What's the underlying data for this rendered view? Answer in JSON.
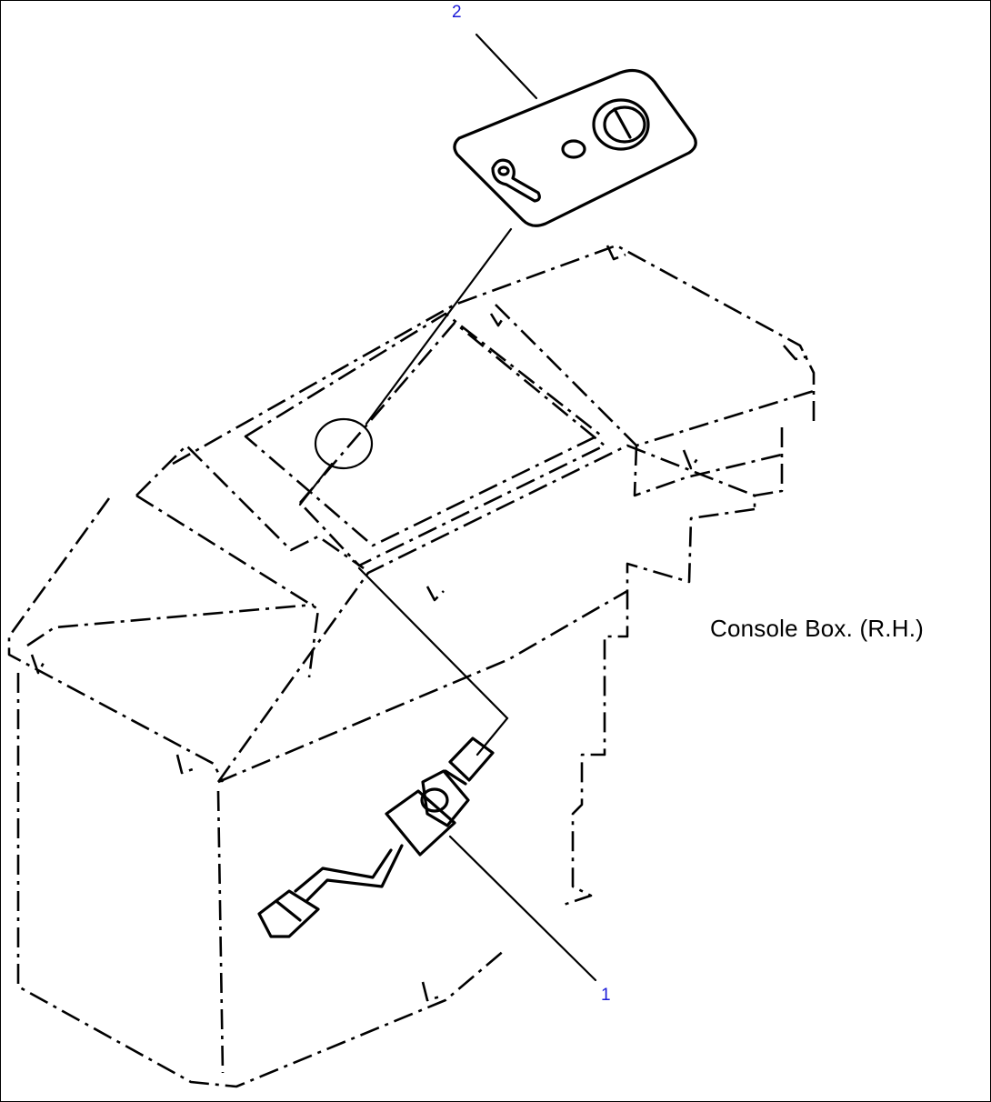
{
  "diagram": {
    "callouts": [
      {
        "id": "2",
        "label": "2"
      },
      {
        "id": "1",
        "label": "1"
      }
    ],
    "caption": "Console Box. (R.H.)",
    "colors": {
      "callout": "#1a1ad8",
      "linework": "#000000",
      "background": "#ffffff"
    }
  }
}
